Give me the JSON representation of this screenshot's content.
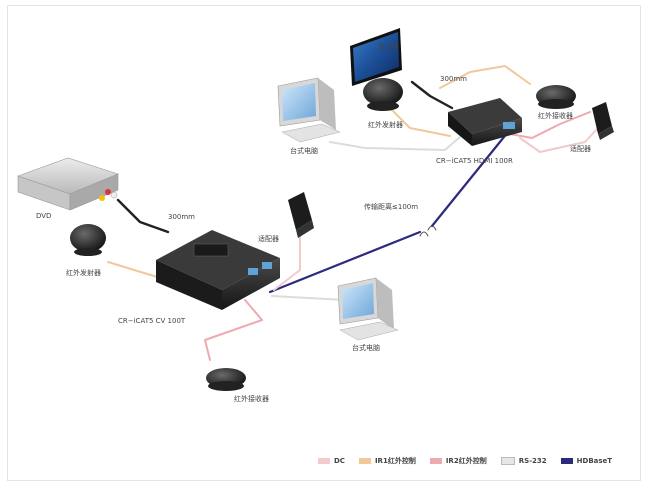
{
  "labels": {
    "monitor": "显示器",
    "len_top": "300mm",
    "ir_tx_top": "红外发射器",
    "ir_rx_top": "红外接收器",
    "pc_top": "台式电脑",
    "adapter_top": "适配器",
    "receiver_model": "CR−iCAT5 HDMI 100R",
    "dvd": "DVD",
    "len_left": "300mm",
    "distance": "传输距离≤100m",
    "adapter_mid": "适配器",
    "ir_tx_left": "红外发射器",
    "sender_model": "CR−iCAT5 CV 100T",
    "pc_bottom": "台式电脑",
    "ir_rx_bottom": "红外接收器"
  },
  "legend": [
    {
      "label": "DC",
      "color": "#f2c9cd"
    },
    {
      "label": "IR1红外控制",
      "color": "#f0c89a"
    },
    {
      "label": "IR2红外控制",
      "color": "#efa9b0"
    },
    {
      "label": "RS-232",
      "color": "#e6e6e6"
    },
    {
      "label": "HDBaseT",
      "color": "#2b2a7c"
    }
  ],
  "colors": {
    "dc": "#f2c9cd",
    "ir1": "#f0c89a",
    "ir2": "#efa9b0",
    "rs232": "#e6e6e6",
    "hdbaset": "#2b2a7c"
  }
}
